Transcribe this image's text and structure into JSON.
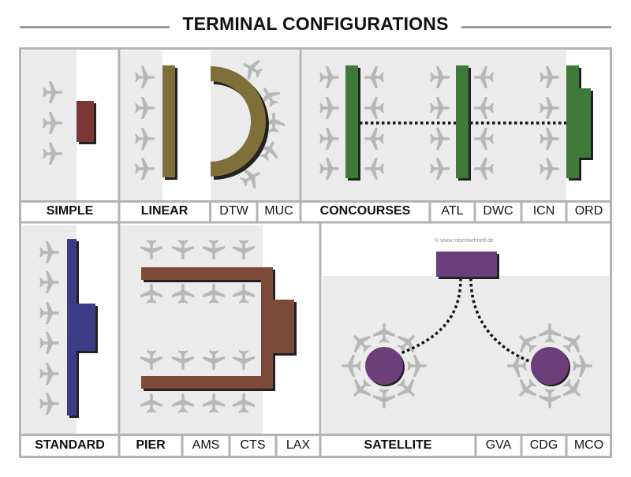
{
  "title": "TERMINAL CONFIGURATIONS",
  "credit": "© www.robertaehnelt.de",
  "colors": {
    "border": "#b3b3b3",
    "panel_bg": "#ebebeb",
    "plane": "#b7b7b7",
    "simple": "#7b3636",
    "linear": "#7f703a",
    "concourse": "#3f7a3a",
    "standard": "#3c3d86",
    "pier": "#7c4a38",
    "satellite": "#6b3f79"
  },
  "labels": {
    "simple": "SIMPLE",
    "linear": "LINEAR",
    "dtw": "DTW",
    "muc": "MUC",
    "concourses": "CONCOURSES",
    "atl": "ATL",
    "dwc": "DWC",
    "icn": "ICN",
    "ord": "ORD",
    "standard": "STANDARD",
    "pier": "PIER",
    "ams": "AMS",
    "cts": "CTS",
    "lax": "LAX",
    "satellite": "SATELLITE",
    "gva": "GVA",
    "cdg": "CDG",
    "mco": "MCO"
  }
}
